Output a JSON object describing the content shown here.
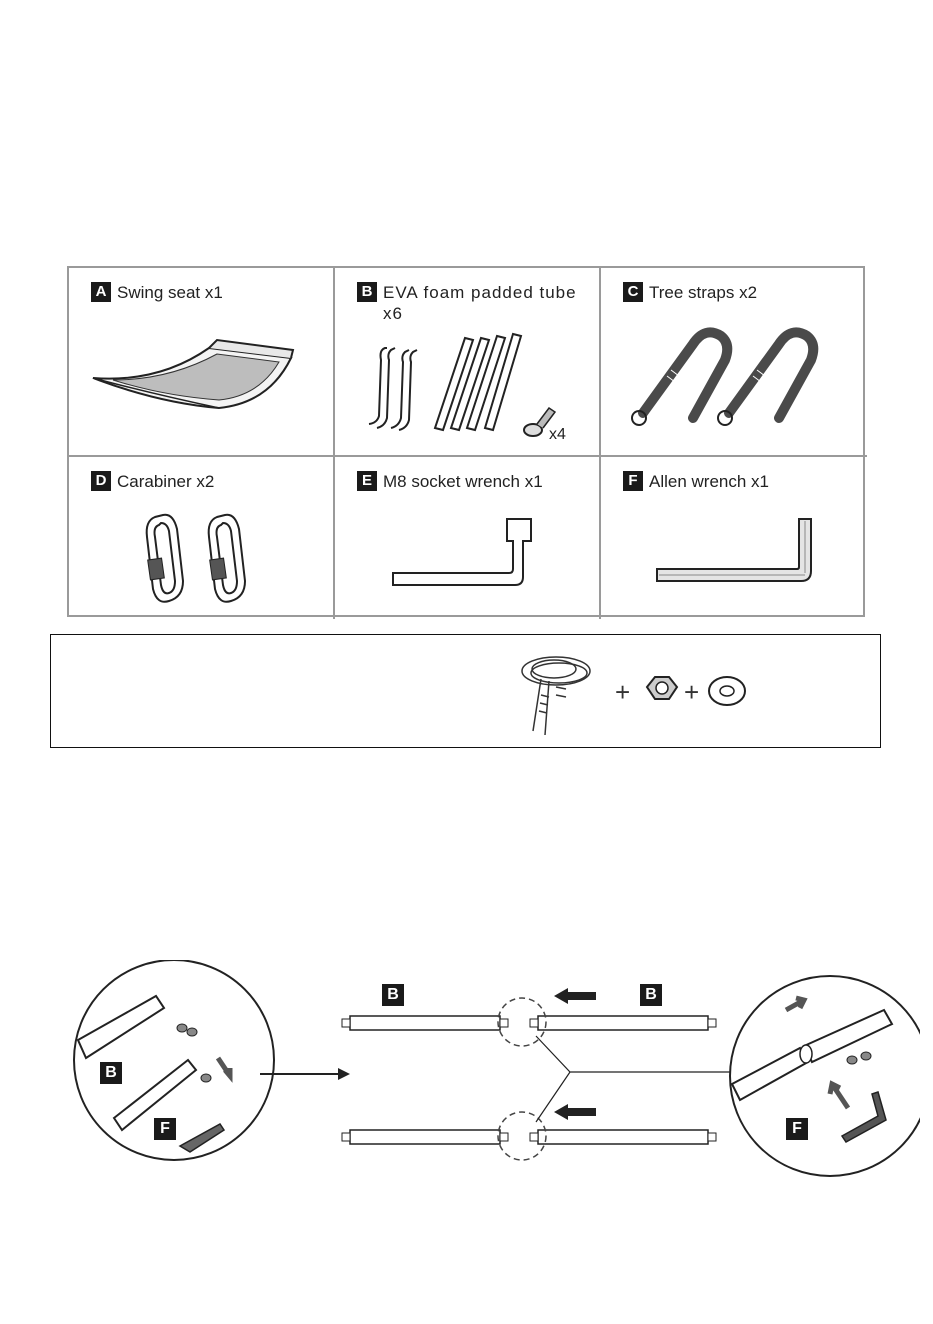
{
  "parts": [
    {
      "letter": "A",
      "label": "Swing seat x1"
    },
    {
      "letter": "B",
      "label": "EVA foam padded tube x6"
    },
    {
      "letter": "C",
      "label": "Tree straps x2"
    },
    {
      "letter": "D",
      "label": "Carabiner x2"
    },
    {
      "letter": "E",
      "label": "M8 socket wrench x1"
    },
    {
      "letter": "F",
      "label": "Allen wrench x1"
    }
  ],
  "bolt_count": "x4",
  "hardware": {
    "plus_1": "+",
    "plus_2": "+"
  },
  "assembly": {
    "left_circle_labels": [
      "B",
      "F"
    ],
    "tube_labels": [
      "B",
      "B"
    ],
    "right_circle_label": "F"
  }
}
